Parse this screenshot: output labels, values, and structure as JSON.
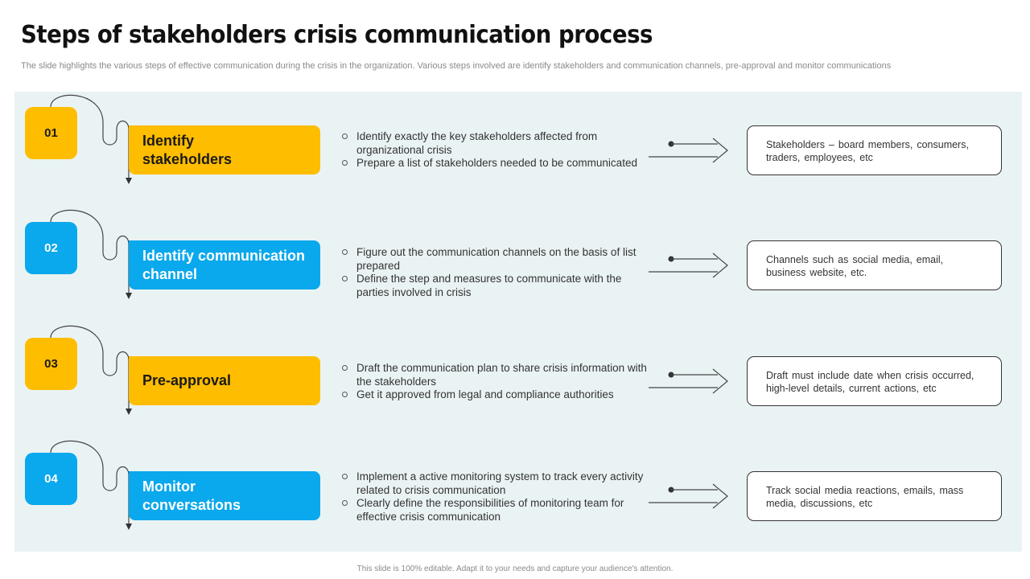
{
  "title": "Steps of stakeholders crisis communication process",
  "subtitle": "The slide highlights the various steps of effective communication during the crisis in the organization. Various steps involved are identify stakeholders and communication channels, pre-approval and monitor communications",
  "footer": "This slide is 100% editable. Adapt it to your needs and capture your audience's attention.",
  "colors": {
    "yellow": "#ffbd00",
    "blue": "#0aa8ec",
    "panel": "#eaf3f4"
  },
  "steps": [
    {
      "number": "01",
      "color": "yellow",
      "label": "Identify stakeholders",
      "bullets": [
        "Identify exactly the key stakeholders affected from organizational crisis",
        "Prepare a list of stakeholders needed to be communicated"
      ],
      "result": "Stakeholders – board members, consumers, traders, employees, etc"
    },
    {
      "number": "02",
      "color": "blue",
      "label": "Identify communication channel",
      "bullets": [
        "Figure out the communication channels on the basis of list prepared",
        "Define the step and measures to communicate with the parties involved in crisis"
      ],
      "result": "Channels such as social media, email, business website, etc."
    },
    {
      "number": "03",
      "color": "yellow",
      "label": "Pre-approval",
      "bullets": [
        "Draft the communication plan to share crisis information with the stakeholders",
        "Get it approved from legal and compliance authorities"
      ],
      "result": "Draft must include date when crisis occurred, high-level details, current actions, etc"
    },
    {
      "number": "04",
      "color": "blue",
      "label": "Monitor conversations",
      "bullets": [
        "Implement a active monitoring system to track every activity related to crisis communication",
        "Clearly define the responsibilities of monitoring team for effective crisis communication"
      ],
      "result": "Track social media reactions, emails, mass media, discussions, etc"
    }
  ]
}
